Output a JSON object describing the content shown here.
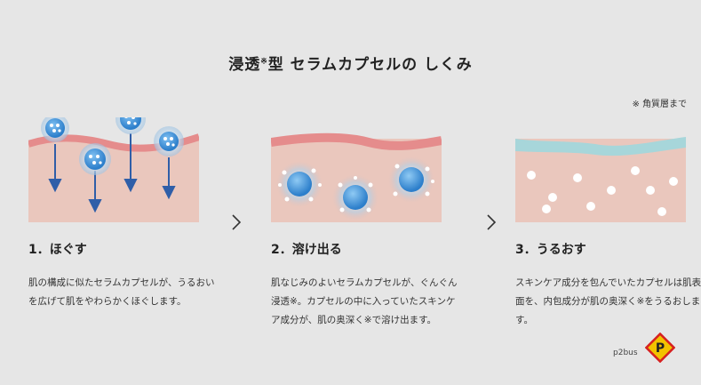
{
  "header": {
    "title_pre": "浸透",
    "title_mark": "※",
    "title_post": "型 セラムカプセルの しくみ",
    "footnote": "※ 角質層まで"
  },
  "steps": [
    {
      "title": "1．ほぐす",
      "desc": "肌の構成に似たセラムカプセルが、うるおいを広げて肌をやわらかくほぐします。"
    },
    {
      "title": "2．溶け出る",
      "desc": "肌なじみのよいセラムカプセルが、ぐんぐん浸透※。カプセルの中に入っていたスキンケア成分が、肌の奥深く※で溶け出ます。"
    },
    {
      "title": "3．うるおす",
      "desc": "スキンケア成分を包んでいたカプセルは肌表面を、内包成分が肌の奥深く※をうるおします。"
    }
  ],
  "watermark": {
    "text": "p2bus",
    "sign_letter": "P"
  },
  "colors": {
    "skin": "#eac7bd",
    "skin_top_pink": "#e58c8c",
    "skin_top_aqua": "#a7d6da",
    "capsule": "#3d8fd6",
    "capsule_halo": "#bcd3e6",
    "arrow": "#2f5ea8",
    "background": "#e6e6e6"
  },
  "icons": [
    "chevron-right-icon",
    "down-arrow-icon",
    "capsule-icon",
    "warning-sign-icon"
  ]
}
